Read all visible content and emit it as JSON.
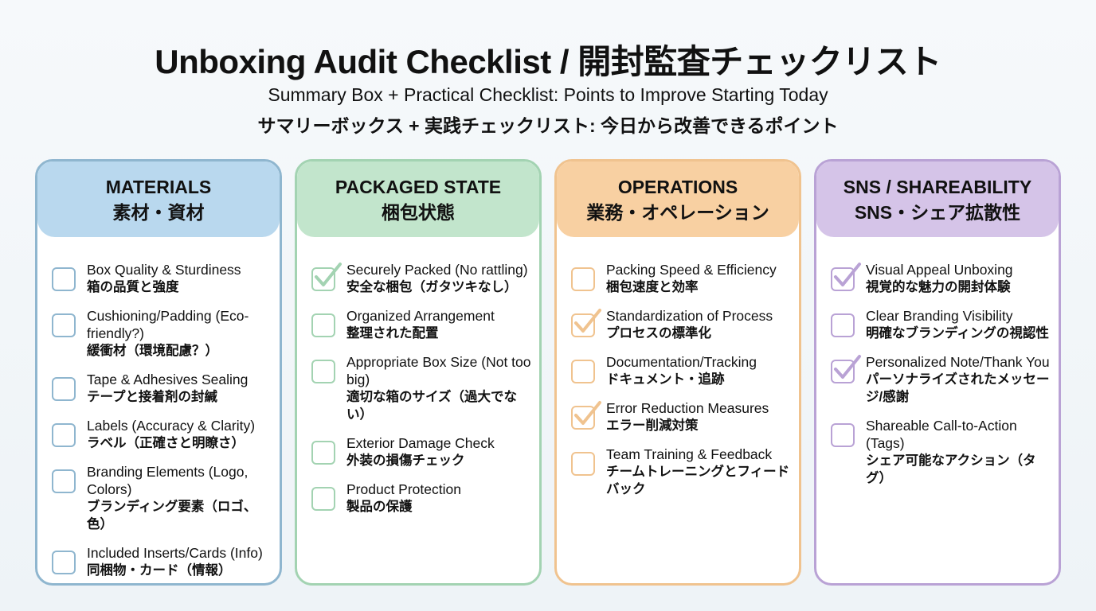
{
  "title": "Unboxing Audit Checklist / 開封監査チェックリスト",
  "subtitle_en": "Summary Box + Practical Checklist: Points to Improve Starting Today",
  "subtitle_jp": "サマリーボックス + 実践チェックリスト: 今日から改善できるポイント",
  "columns": [
    {
      "title": "MATERIALS",
      "title_jp": "素材・資材",
      "color": "#b9d8ee",
      "border": "#8fb6cf",
      "items": [
        {
          "en": "Box Quality & Sturdiness",
          "jp": "箱の品質と強度",
          "checked": false
        },
        {
          "en": "Cushioning/Padding (Eco-friendly?)",
          "jp": "緩衝材（環境配慮？）",
          "checked": false
        },
        {
          "en": "Tape & Adhesives Sealing",
          "jp": "テープと接着剤の封緘",
          "checked": false
        },
        {
          "en": "Labels (Accuracy & Clarity)",
          "jp": "ラベル（正確さと明瞭さ）",
          "checked": false
        },
        {
          "en": "Branding Elements (Logo, Colors)",
          "jp": "ブランディング要素（ロゴ、色）",
          "checked": false
        },
        {
          "en": "Included Inserts/Cards (Info)",
          "jp": "同梱物・カード（情報）",
          "checked": false
        }
      ]
    },
    {
      "title": "PACKAGED STATE",
      "title_jp": "梱包状態",
      "color": "#c2e5cc",
      "border": "#a3d3b2",
      "items": [
        {
          "en": "Securely Packed (No rattling)",
          "jp": "安全な梱包（ガタツキなし）",
          "checked": true
        },
        {
          "en": "Organized Arrangement",
          "jp": "整理された配置",
          "checked": false
        },
        {
          "en": "Appropriate Box Size (Not too big)",
          "jp": "適切な箱のサイズ（過大でない）",
          "checked": false
        },
        {
          "en": "Exterior Damage Check",
          "jp": "外装の損傷チェック",
          "checked": false
        },
        {
          "en": "Product Protection",
          "jp": "製品の保護",
          "checked": false
        }
      ]
    },
    {
      "title": "OPERATIONS",
      "title_jp": "業務・オペレーション",
      "color": "#f8d0a2",
      "border": "#f0c38f",
      "items": [
        {
          "en": "Packing Speed & Efficiency",
          "jp": "梱包速度と効率",
          "checked": false
        },
        {
          "en": "Standardization of Process",
          "jp": "プロセスの標準化",
          "checked": true
        },
        {
          "en": "Documentation/Tracking",
          "jp": "ドキュメント・追跡",
          "checked": false
        },
        {
          "en": "Error Reduction Measures",
          "jp": "エラー削減対策",
          "checked": true
        },
        {
          "en": "Team Training & Feedback",
          "jp": "チームトレーニングとフィードバック",
          "checked": false
        }
      ]
    },
    {
      "title": "SNS / SHAREABILITY",
      "title_jp": "SNS・シェア拡散性",
      "color": "#d5c4e8",
      "border": "#b9a2d5",
      "items": [
        {
          "en": "Visual Appeal Unboxing",
          "jp": "視覚的な魅力の開封体験",
          "checked": true
        },
        {
          "en": "Clear Branding Visibility",
          "jp": "明確なブランディングの視認性",
          "checked": false
        },
        {
          "en": "Personalized Note/Thank You",
          "jp": "パーソナライズされたメッセージ/感謝",
          "checked": true
        },
        {
          "en": "Shareable Call-to-Action (Tags)",
          "jp": "シェア可能なアクション（タグ）",
          "checked": false
        }
      ]
    }
  ]
}
